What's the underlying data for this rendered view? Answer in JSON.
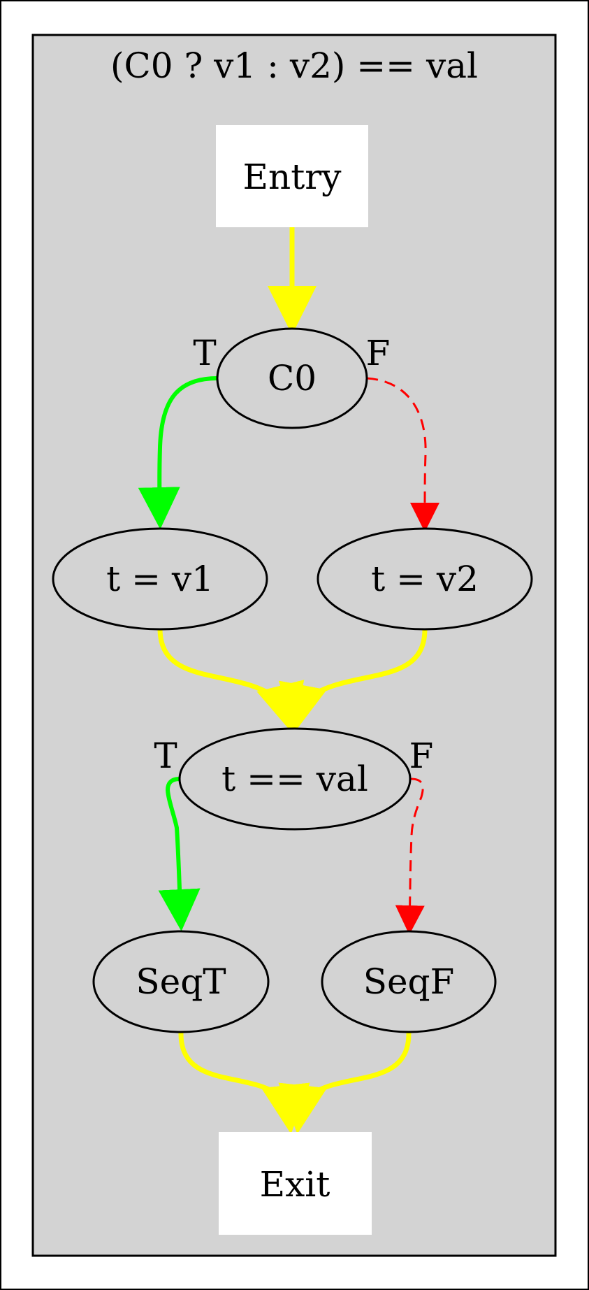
{
  "diagram": {
    "title": "(C0 ? v1 : v2) == val",
    "nodes": {
      "entry": "Entry",
      "c0": "C0",
      "t_v1": "t = v1",
      "t_v2": "t = v2",
      "t_eq_val": "t == val",
      "seq_t": "SeqT",
      "seq_f": "SeqF",
      "exit": "Exit"
    },
    "edge_labels": {
      "c0_true": "T",
      "c0_false": "F",
      "cmp_true": "T",
      "cmp_false": "F"
    },
    "colors": {
      "cluster_fill": "#d3d3d3",
      "flow_edge": "#ffff00",
      "true_edge": "#00ff00",
      "false_edge": "#ff0000"
    }
  }
}
